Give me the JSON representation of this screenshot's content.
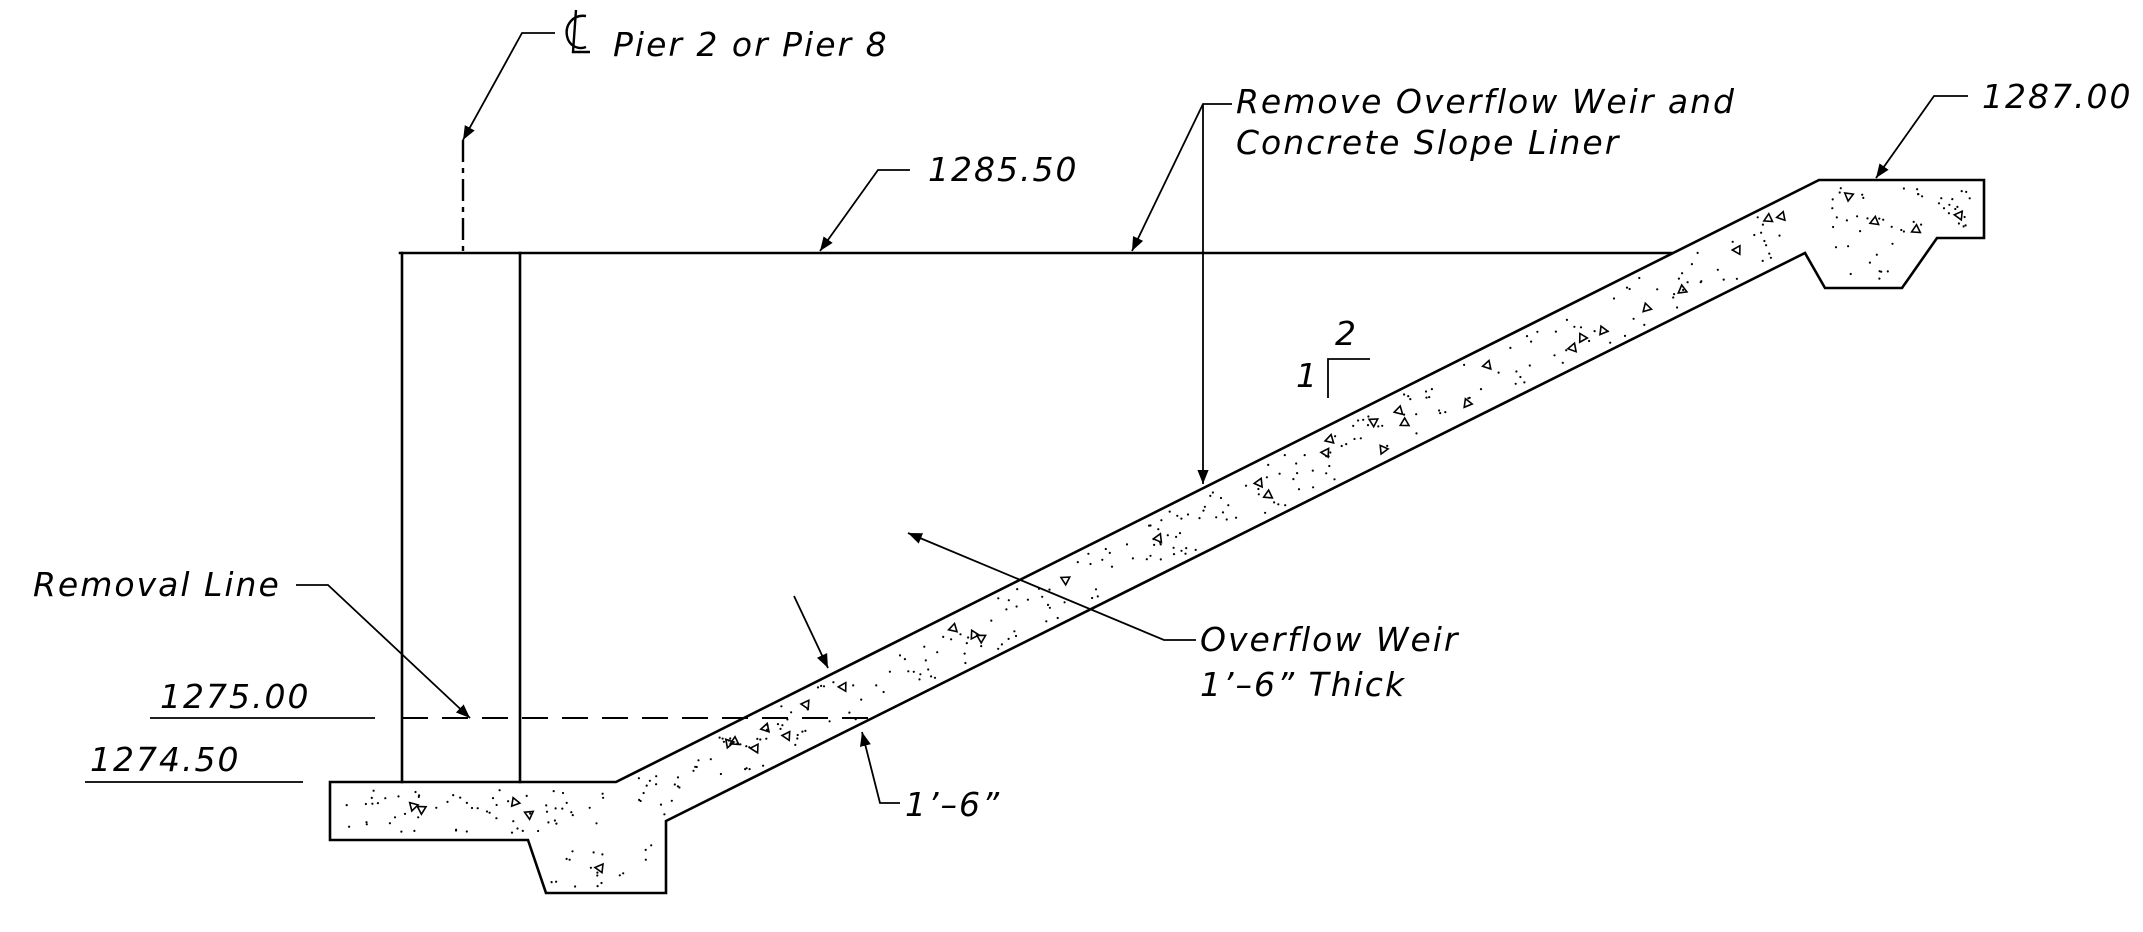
{
  "labels": {
    "centerline_pier": "Pier 2 or Pier 8",
    "elev_top_wall": "1285.50",
    "remove_note_line1": "Remove Overflow Weir and",
    "remove_note_line2": "Concrete Slope Liner",
    "elev_top_slope": "1287.00",
    "slope_rise": "1",
    "slope_run": "2",
    "removal_line": "Removal Line",
    "elev_removal": "1275.00",
    "elev_footing": "1274.50",
    "weir_line1": "Overflow Weir",
    "weir_line2": "1’–6” Thick",
    "thickness_dim": "1’–6”"
  },
  "icons": {
    "centerline_symbol": "centerline-icon"
  }
}
